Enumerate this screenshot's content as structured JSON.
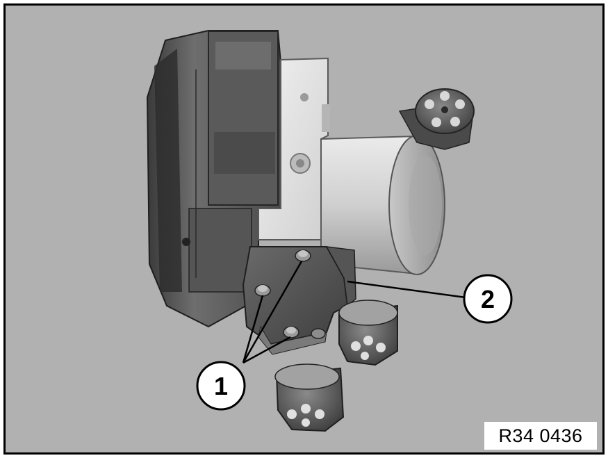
{
  "figure": {
    "callouts": [
      {
        "number": "1",
        "target": "mounting-bolts"
      },
      {
        "number": "2",
        "target": "bracket"
      }
    ],
    "reference_code": "R34 0436"
  },
  "colors": {
    "background": "#b1b1b1",
    "line": "#000000",
    "callout_fill": "#ffffff"
  }
}
